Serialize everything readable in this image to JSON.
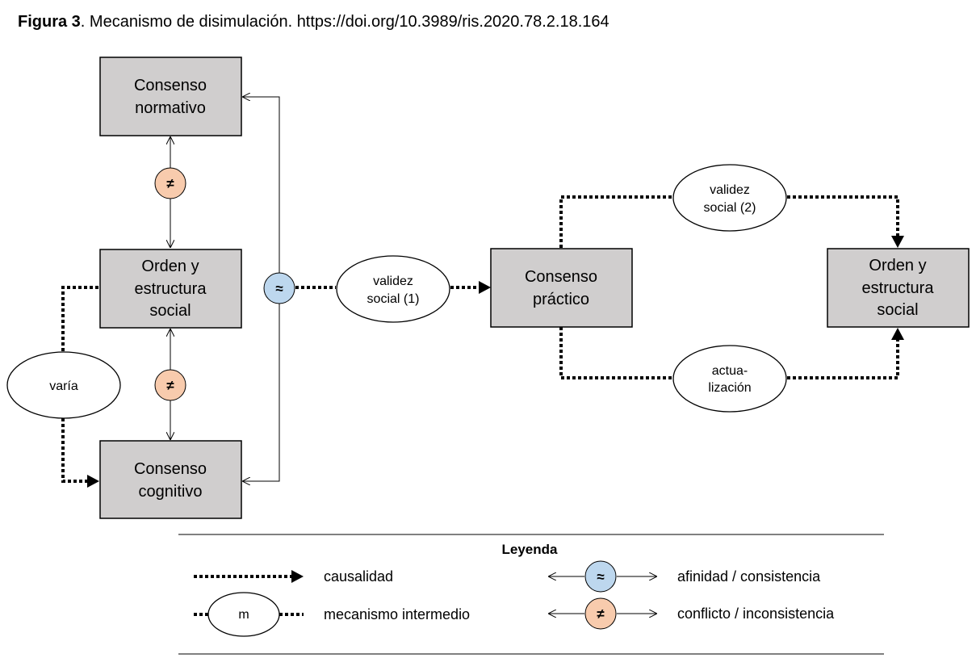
{
  "figure": {
    "label": "Figura 3",
    "caption": ". Mecanismo de disimulación. https://doi.org/10.3989/ris.2020.78.2.18.164"
  },
  "nodes": {
    "consenso_normativo": [
      "Consenso",
      "normativo"
    ],
    "orden_left": [
      "Orden y",
      "estructura",
      "social"
    ],
    "consenso_cognitivo": [
      "Consenso",
      "cognitivo"
    ],
    "consenso_practico": [
      "Consenso",
      "práctico"
    ],
    "orden_right": [
      "Orden y",
      "estructura",
      "social"
    ]
  },
  "mechanisms": {
    "varia": "varía",
    "validez_1": [
      "validez",
      "social (1)"
    ],
    "validez_2": [
      "validez",
      "social (2)"
    ],
    "actualizacion": [
      "actua-",
      "lización"
    ]
  },
  "symbols": {
    "conflict": "≠",
    "affinity": "≈",
    "conflict_color": "#f8cbad",
    "affinity_color": "#bdd7ee"
  },
  "legend": {
    "title": "Leyenda",
    "causalidad": "causalidad",
    "mecanismo": "mecanismo intermedio",
    "mecanismo_symbol": "m",
    "afinidad": "afinidad / consistencia",
    "conflicto": "conflicto / inconsistencia"
  }
}
